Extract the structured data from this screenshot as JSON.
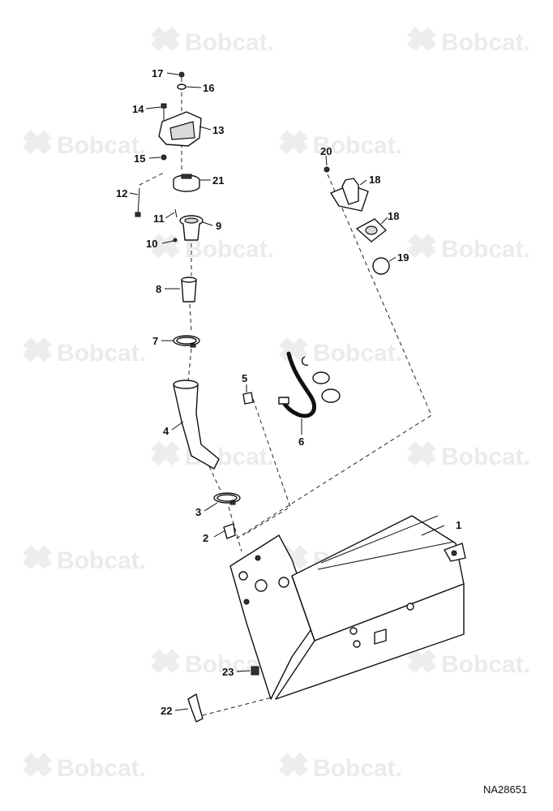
{
  "watermark": {
    "brand": "Bobcat."
  },
  "drawing_code": "NA28651",
  "callouts": {
    "c1": "1",
    "c2": "2",
    "c3": "3",
    "c4": "4",
    "c5": "5",
    "c6": "6",
    "c7": "7",
    "c8": "8",
    "c9": "9",
    "c10": "10",
    "c11": "11",
    "c12": "12",
    "c13": "13",
    "c14": "14",
    "c15": "15",
    "c16": "16",
    "c17": "17",
    "c18a": "18",
    "c18b": "18",
    "c19": "19",
    "c20": "20",
    "c21": "21",
    "c22": "22",
    "c23": "23"
  }
}
